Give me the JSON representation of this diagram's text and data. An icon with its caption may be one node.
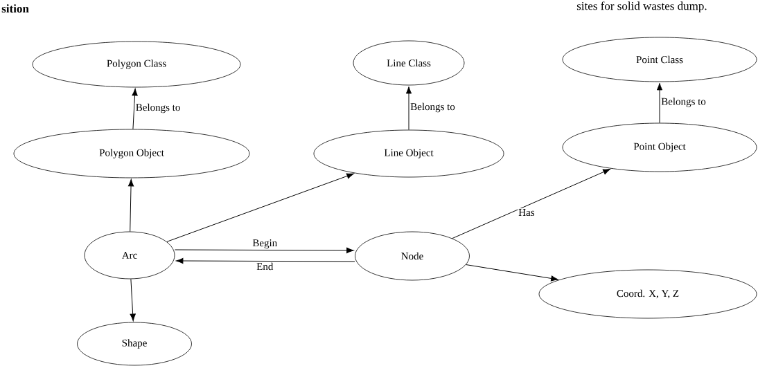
{
  "diagram": {
    "nodes": [
      {
        "text": [
          "Polygon Class"
        ]
      },
      {
        "text": [
          "Line Class"
        ]
      },
      {
        "text": [
          "Point Class"
        ]
      },
      {
        "text": [
          "Polygon Object"
        ]
      },
      {
        "text": [
          "Line Object"
        ]
      },
      {
        "text": [
          "Point Object"
        ]
      },
      {
        "text": [
          "Arc"
        ]
      },
      {
        "text": [
          "Node"
        ]
      },
      {
        "text": [
          "Coord. X, Y, Z"
        ]
      },
      {
        "text": [
          "Shape"
        ]
      }
    ],
    "edges": [
      {
        "from": 3,
        "to": 0,
        "arrow": "to",
        "label": "Belongs to"
      },
      {
        "from": 4,
        "to": 1,
        "arrow": "to",
        "label": "Belongs to"
      },
      {
        "from": 5,
        "to": 2,
        "arrow": "to",
        "label": "Belongs to"
      },
      {
        "from": 6,
        "to": 3,
        "arrow": "to"
      },
      {
        "from": 6,
        "to": 4,
        "arrow": "to"
      },
      {
        "from": 6,
        "to": 7,
        "arrow": "to",
        "label": "Begin"
      },
      {
        "from": 7,
        "to": 6,
        "arrow": "to",
        "label": "End"
      },
      {
        "from": 7,
        "to": 5,
        "arrow": "to",
        "label": "Has"
      },
      {
        "from": 7,
        "to": 8,
        "arrow": "to"
      },
      {
        "from": 6,
        "to": 9,
        "arrow": "to"
      }
    ],
    "labels": [
      "sition",
      "sites for solid wastes dump."
    ]
  }
}
